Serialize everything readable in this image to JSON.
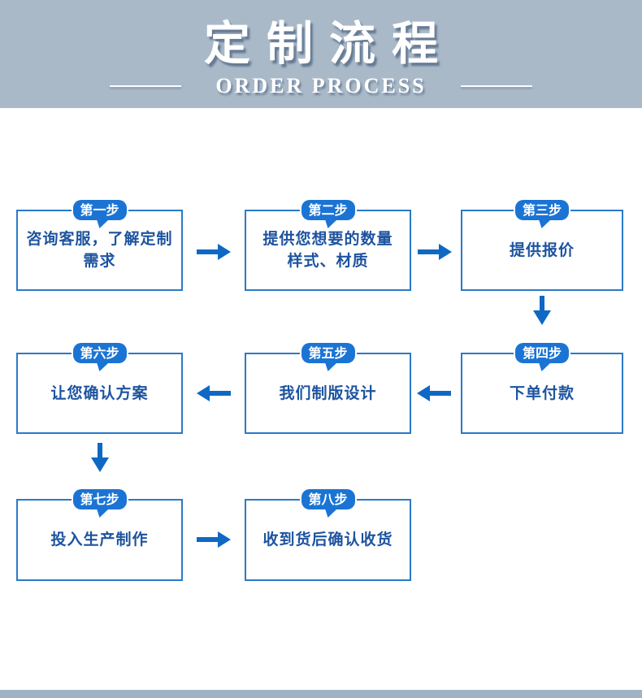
{
  "header": {
    "title": "定制流程",
    "subtitle": "ORDER PROCESS"
  },
  "steps": [
    {
      "badge": "第一步",
      "text": "咨询客服，了解定制\n需求"
    },
    {
      "badge": "第二步",
      "text": "提供您想要的数量\n样式、材质"
    },
    {
      "badge": "第三步",
      "text": "提供报价"
    },
    {
      "badge": "第四步",
      "text": "下单付款"
    },
    {
      "badge": "第五步",
      "text": "我们制版设计"
    },
    {
      "badge": "第六步",
      "text": "让您确认方案"
    },
    {
      "badge": "第七步",
      "text": "投入生产制作"
    },
    {
      "badge": "第八步",
      "text": "收到货后确认收货"
    }
  ],
  "icons": {
    "arrow_right": "arrow-right-icon",
    "arrow_left": "arrow-left-icon",
    "arrow_down": "arrow-down-icon"
  },
  "colors": {
    "banner_bg": "#a9b9c8",
    "badge_blue": "#1b74d4",
    "box_border_blue": "#2a7ac8",
    "step_text_blue": "#1d539f",
    "arrow_blue": "#0f68c4",
    "bottom_bar": "#a0b2c4",
    "title_text": "#ffffff"
  }
}
